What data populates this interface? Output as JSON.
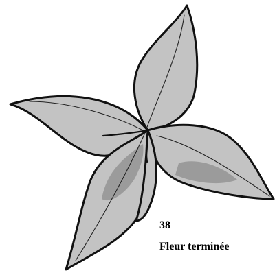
{
  "step": {
    "number": "38",
    "caption": "Fleur terminée"
  },
  "illustration": {
    "subject": "five-petal-flower",
    "colors": {
      "petal_fill": "#c3c3c3",
      "petal_shadow": "#9b9b9b",
      "outline": "#111111"
    }
  }
}
